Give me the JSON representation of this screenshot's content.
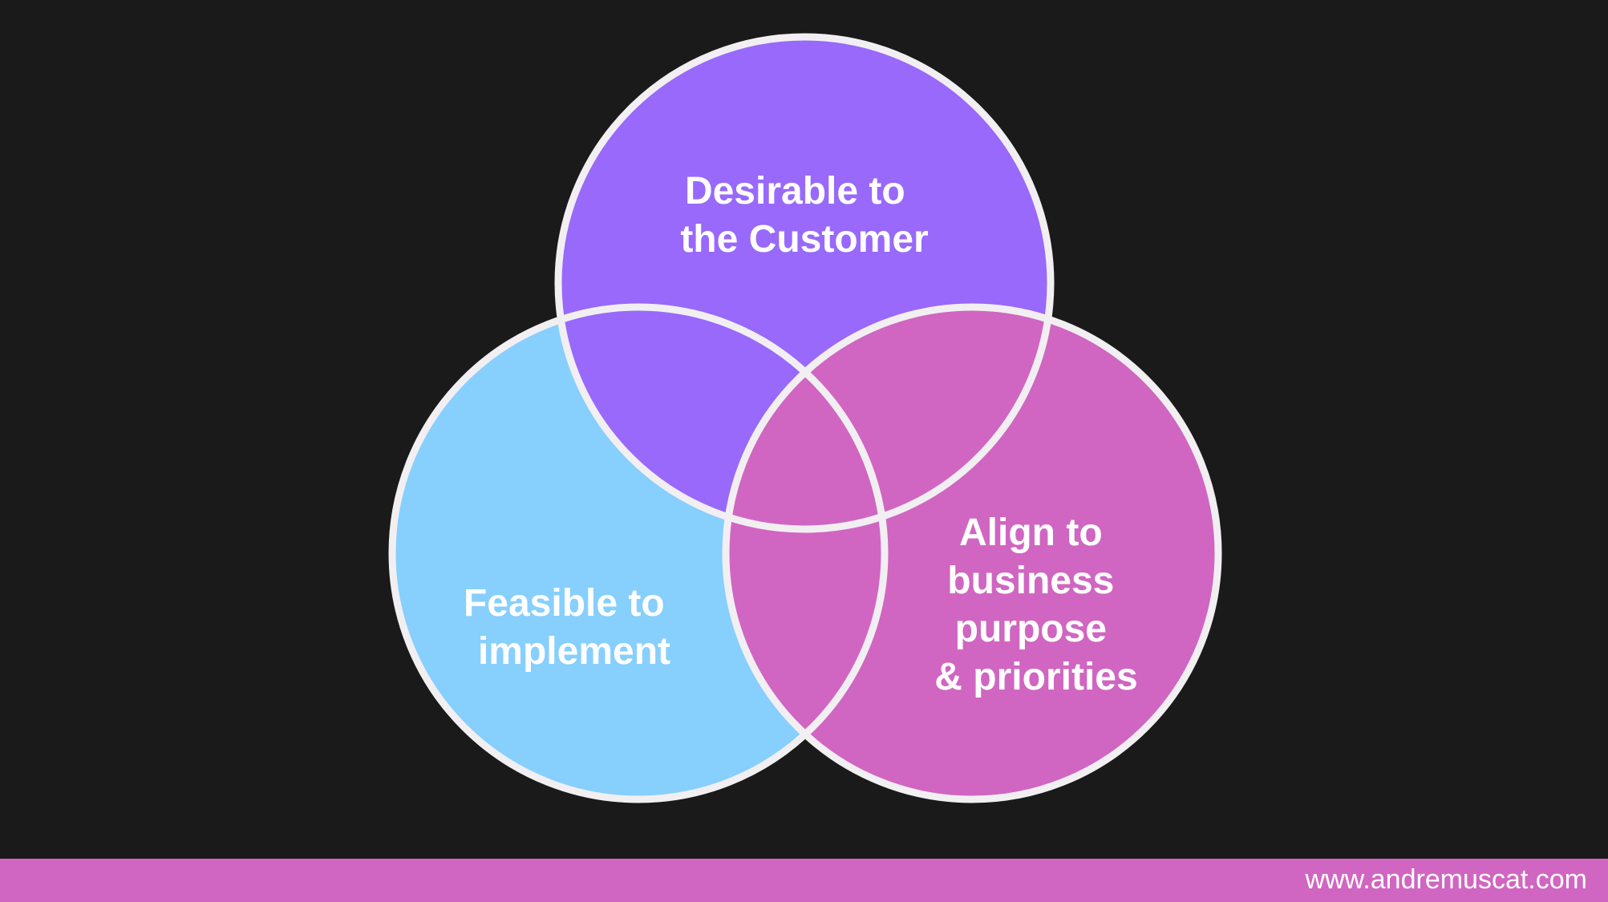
{
  "diagram": {
    "type": "venn",
    "circles": {
      "desirable": {
        "lines": [
          "Desirable to",
          "the Customer"
        ],
        "color": "#9869fb"
      },
      "feasible": {
        "lines": [
          "Feasible to",
          "implement"
        ],
        "color": "#87cffd"
      },
      "align": {
        "lines": [
          "Align to",
          "business",
          "purpose",
          "& priorities"
        ],
        "color": "#d066c1"
      }
    },
    "outline_color": "#f2eff2",
    "background_color": "#1a1a1a"
  },
  "footer": {
    "url": "www.andremuscat.com",
    "bar_color": "#d066c1"
  }
}
